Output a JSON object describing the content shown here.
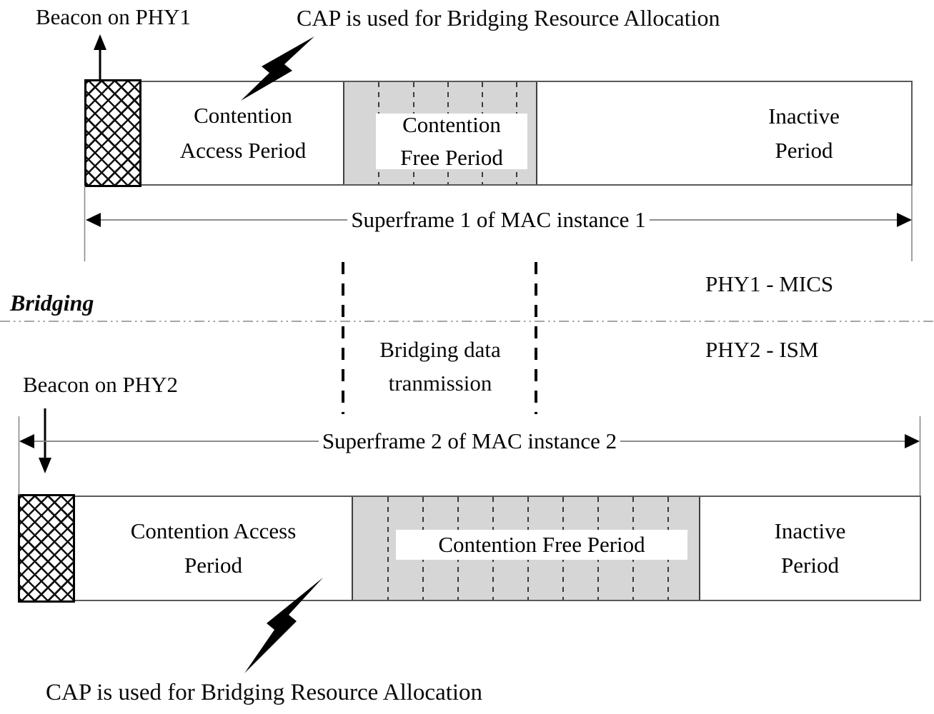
{
  "diagram": {
    "top": {
      "beacon_label": "Beacon on PHY1",
      "cap_note": "CAP is used for Bridging Resource Allocation"
    },
    "superframe1": {
      "arrow_label": "Superframe 1 of MAC instance 1",
      "cap": [
        "Contention",
        "Access Period"
      ],
      "cfp": [
        "Contention",
        "Free Period"
      ],
      "inactive": [
        "Inactive",
        "Period"
      ]
    },
    "middle": {
      "bridging_label": "Bridging",
      "phy1_label": "PHY1 - MICS",
      "phy2_label": "PHY2 - ISM",
      "bridging_data": [
        "Bridging data",
        "tranmission"
      ],
      "beacon_label": "Beacon on PHY2"
    },
    "superframe2": {
      "arrow_label": "Superframe 2 of MAC instance 2",
      "cap": [
        "Contention Access",
        "Period"
      ],
      "cfp": "Contention Free Period",
      "inactive": [
        "Inactive",
        "Period"
      ]
    },
    "bottom": {
      "cap_note": "CAP is used for Bridging Resource Allocation"
    },
    "colors": {
      "cfp_fill": "#d6d6d6",
      "bar_border": "#595959",
      "arrow_line": "#808080",
      "ink": "#000000"
    }
  }
}
